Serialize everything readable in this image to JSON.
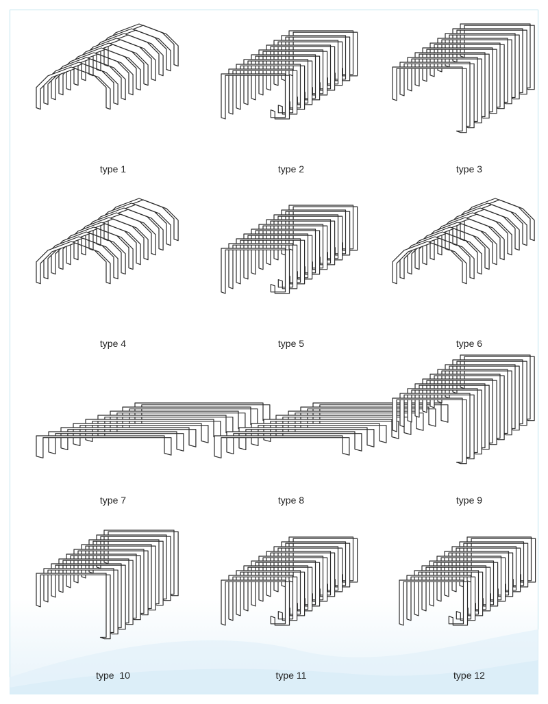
{
  "bellows": [
    {
      "label": "type 1",
      "shape": "roof"
    },
    {
      "label": "type 2",
      "shape": "rect"
    },
    {
      "label": "type 3",
      "shape": "lshape"
    },
    {
      "label": "type 4",
      "shape": "roof"
    },
    {
      "label": "type 5",
      "shape": "rect"
    },
    {
      "label": "type 6",
      "shape": "roof"
    },
    {
      "label": "type 7",
      "shape": "flat"
    },
    {
      "label": "type 8",
      "shape": "flat"
    },
    {
      "label": "type 9",
      "shape": "lshape"
    },
    {
      "label": "type  10",
      "shape": "lshape"
    },
    {
      "label": "type 11",
      "shape": "rect"
    },
    {
      "label": "type 12",
      "shape": "rect"
    }
  ]
}
